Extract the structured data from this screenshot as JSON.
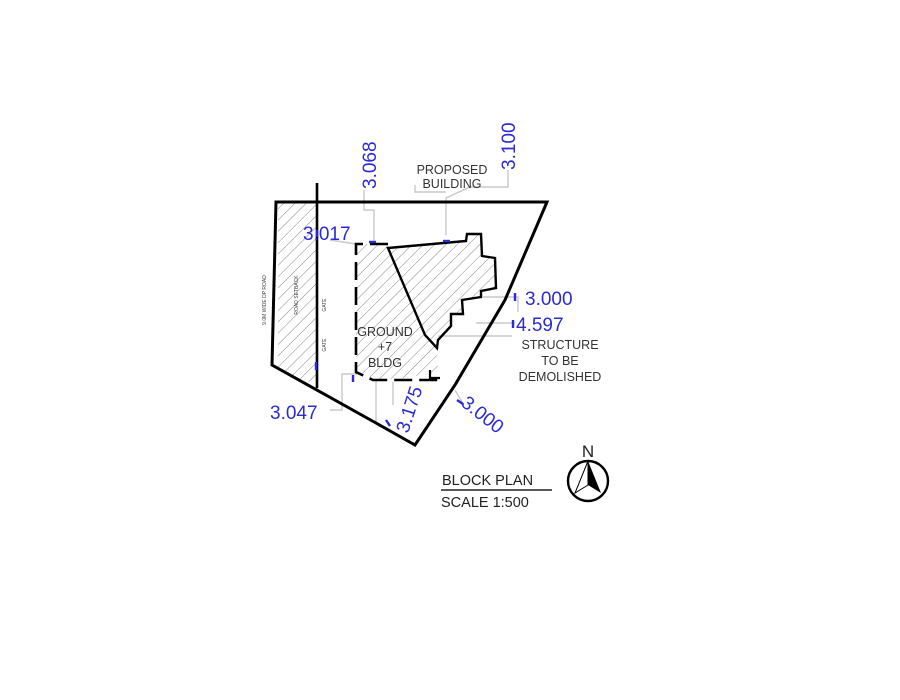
{
  "labels": {
    "proposed_line1": "PROPOSED",
    "proposed_line2": "BUILDING",
    "ground_line1": "GROUND",
    "ground_line2": "+7",
    "ground_line3": "BLDG",
    "demolish_line1": "STRUCTURE",
    "demolish_line2": "TO BE",
    "demolish_line3": "DEMOLISHED",
    "road": "9.0M WIDE DP ROAD",
    "road_setback": "ROAD SETBACK",
    "gate_1": "GATE",
    "gate_2": "GATE"
  },
  "dimensions": {
    "d1": "3.068",
    "d2": "3.100",
    "d3": "3.017",
    "d4": "3.000",
    "d5": "4.597",
    "d6": "3.047",
    "d7": "3.175",
    "d8": "3.000"
  },
  "title_block": {
    "title": "BLOCK PLAN",
    "scale": "SCALE 1:500"
  },
  "north": {
    "letter": "N"
  },
  "colors": {
    "dimension_text": "#2b2bd6",
    "outline": "#000000",
    "hatch": "#7a7a7a",
    "leader": "#c9c9c9"
  }
}
